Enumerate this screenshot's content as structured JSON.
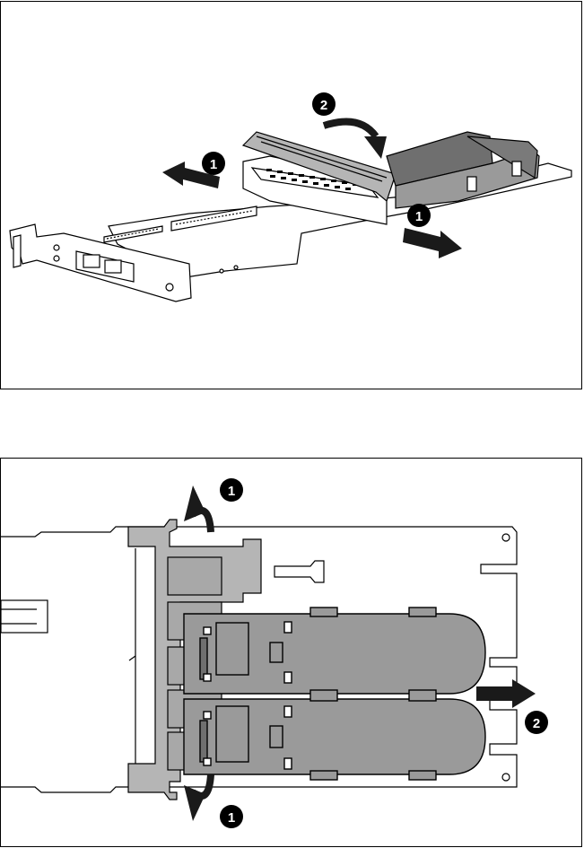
{
  "figures": {
    "top": {
      "callouts": [
        {
          "label": "1",
          "role": "release-latch-left"
        },
        {
          "label": "2",
          "role": "lift-cover"
        },
        {
          "label": "1",
          "role": "release-latch-right"
        }
      ]
    },
    "bottom": {
      "callouts": [
        {
          "label": "1",
          "role": "open-latch-top"
        },
        {
          "label": "2",
          "role": "slide-battery-pack"
        },
        {
          "label": "1",
          "role": "open-latch-bottom"
        }
      ]
    }
  },
  "colors": {
    "line": "#000000",
    "board": "#ffffff",
    "battery_fill": "#9a9a9a",
    "battery_dark": "#6f6f6f",
    "bracket_fill": "#b5b5b5",
    "callout_fill": "#000000",
    "arrow_fill": "#1a1a1a"
  },
  "icons": [
    "callout-badge",
    "curved-arrow",
    "straight-arrow"
  ]
}
